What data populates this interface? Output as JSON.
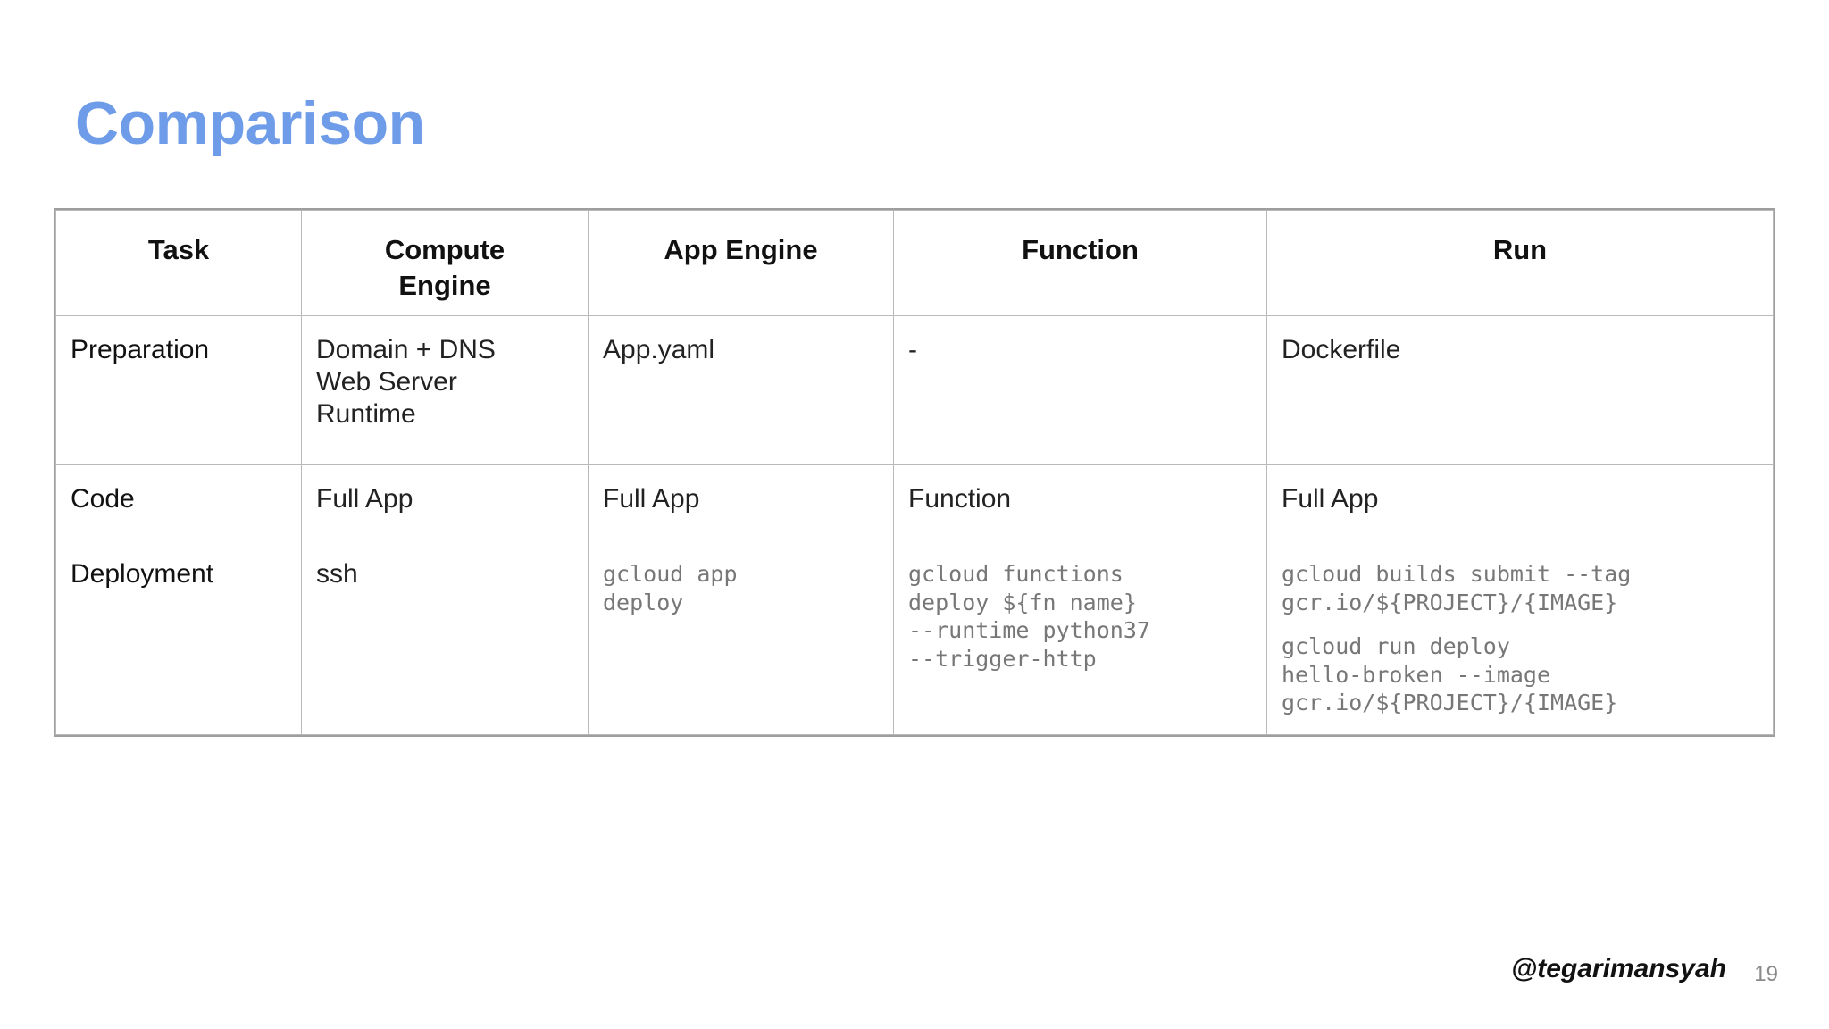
{
  "slide": {
    "title": "Comparison",
    "title_color": "#6f9ce8",
    "page_number": "19",
    "handle": "@tegarimansyah"
  },
  "table": {
    "headers": [
      "Task",
      "Compute\nEngine",
      "App Engine",
      "Function",
      "Run"
    ],
    "rows": [
      {
        "label": "Preparation",
        "cells": [
          "Domain + DNS\nWeb Server\nRuntime",
          "App.yaml",
          "-",
          "Dockerfile"
        ]
      },
      {
        "label": "Code",
        "cells": [
          "Full App",
          "Full App",
          "Function",
          "Full App"
        ]
      },
      {
        "label": "Deployment",
        "cells": [
          "ssh",
          "gcloud app\ndeploy",
          "gcloud functions\ndeploy ${fn_name}\n--runtime python37\n--trigger-http",
          "gcloud builds submit --tag\ngcr.io/${PROJECT}/{IMAGE}"
        ],
        "cells_extra": [
          "",
          "",
          "",
          "gcloud run deploy\nhello-broken --image\ngcr.io/${PROJECT}/{IMAGE}"
        ]
      }
    ]
  }
}
